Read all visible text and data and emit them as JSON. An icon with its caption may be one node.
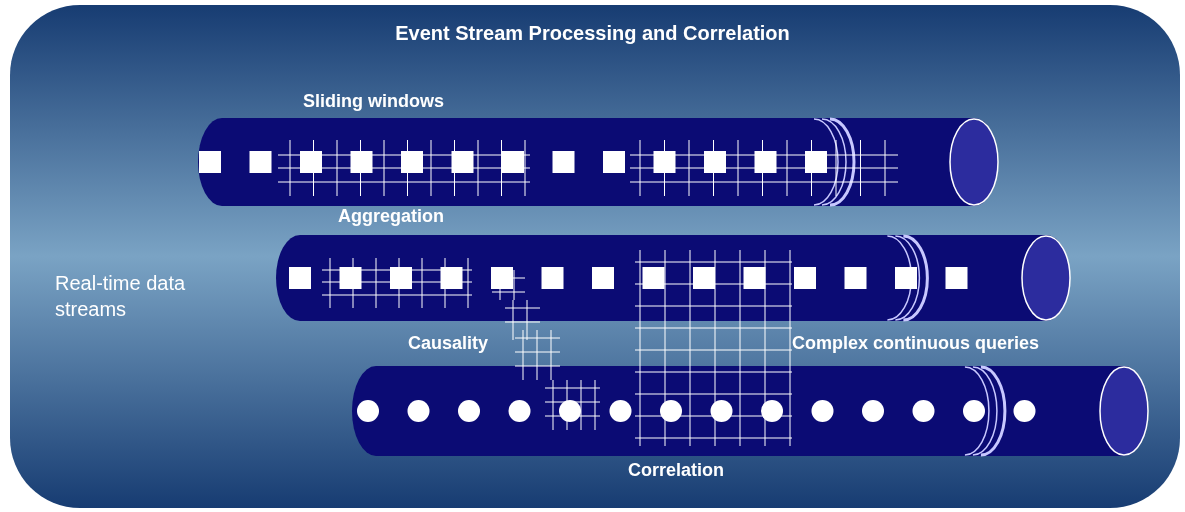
{
  "diagram": {
    "title": "Event Stream Processing and Correlation",
    "nodes": [
      {
        "text": [],
        "shape": "cylinder"
      },
      {
        "text": [],
        "shape": "cylinder"
      },
      {
        "text": [],
        "shape": "cylinder"
      }
    ],
    "labels": [
      "Sliding windows",
      "Aggregation",
      "Real-time data streams",
      "Causality",
      "Complex continuous queries",
      "Correlation"
    ]
  }
}
